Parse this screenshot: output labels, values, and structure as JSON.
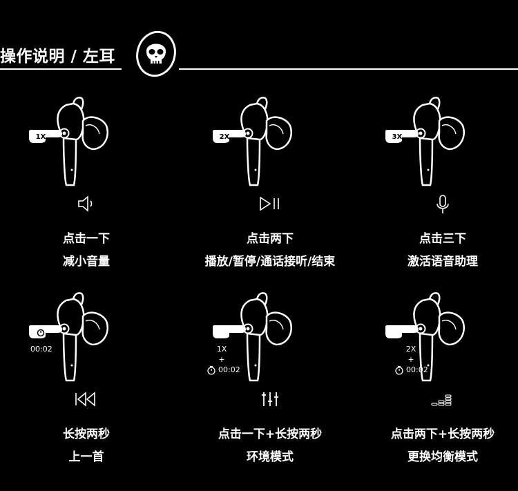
{
  "header": {
    "title": "操作说明 / 左耳",
    "logo_icon": "skull-logo-icon"
  },
  "controls": [
    {
      "tap_badge": "1X",
      "function_icon": "volume-down-icon",
      "action": "点击一下",
      "result": "减小音量"
    },
    {
      "tap_badge": "2X",
      "function_icon": "play-pause-icon",
      "action": "点击两下",
      "result": "播放/暂停/通话接听/结束"
    },
    {
      "tap_badge": "3X",
      "function_icon": "microphone-icon",
      "action": "点击三下",
      "result": "激活语音助理"
    },
    {
      "timer": "00:02",
      "function_icon": "previous-track-icon",
      "action": "长按两秒",
      "result": "上一首"
    },
    {
      "tap_count": "1X",
      "plus": "+",
      "timer": "00:02",
      "function_icon": "ambient-mode-icon",
      "action": "点击一下+长按两秒",
      "result": "环境模式"
    },
    {
      "tap_count": "2X",
      "plus": "+",
      "timer": "00:02",
      "function_icon": "eq-mode-icon",
      "action": "点击两下+长按两秒",
      "result": "更换均衡模式"
    }
  ]
}
